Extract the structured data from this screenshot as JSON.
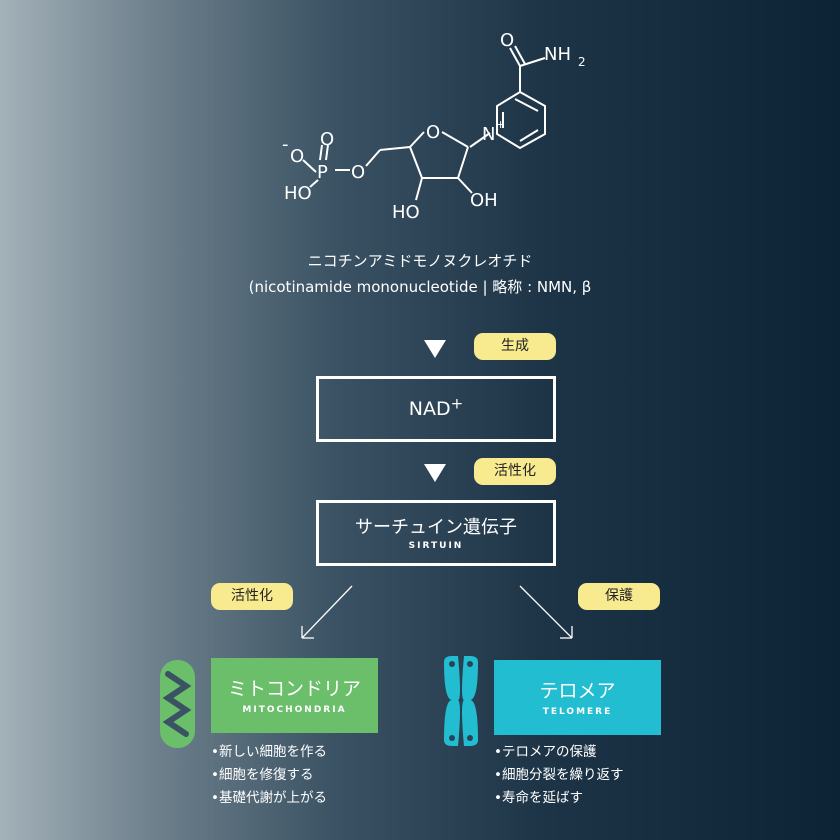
{
  "molecule": {
    "atoms": {
      "o_amide": "O",
      "nh2": "NH",
      "sub2": "2",
      "n_plus": "N",
      "plus": "+",
      "ring_o": "O",
      "o_link": "O",
      "p": "P",
      "p_o": "O",
      "o_minus": "O",
      "minus": "-",
      "ho_p": "HO",
      "ho_3": "HO",
      "oh_2": "OH"
    }
  },
  "compound": {
    "name_jp": "ニコチンアミドモノヌクレオチド",
    "name_en": "(nicotinamide mononucleotide | 略称 : NMN, β"
  },
  "steps": [
    {
      "badge": "生成"
    },
    {
      "badge": "活性化"
    }
  ],
  "nad": {
    "label": "NAD",
    "sup": "+"
  },
  "sirtuin": {
    "label": "サーチュイン遺伝子",
    "sub": "SIRTUIN"
  },
  "left": {
    "badge": "活性化",
    "title": "ミトコンドリア",
    "sub": "MITOCHONDRIA",
    "color": "#6cbf6a",
    "bullets": [
      "•新しい細胞を作る",
      "•細胞を修復する",
      "•基礎代謝が上がる"
    ]
  },
  "right": {
    "badge": "保護",
    "title": "テロメア",
    "sub": "TELOMERE",
    "color": "#22bdd0",
    "bullets": [
      "•テロメアの保護",
      "•細胞分裂を繰り返す",
      "•寿命を延ばす"
    ]
  }
}
